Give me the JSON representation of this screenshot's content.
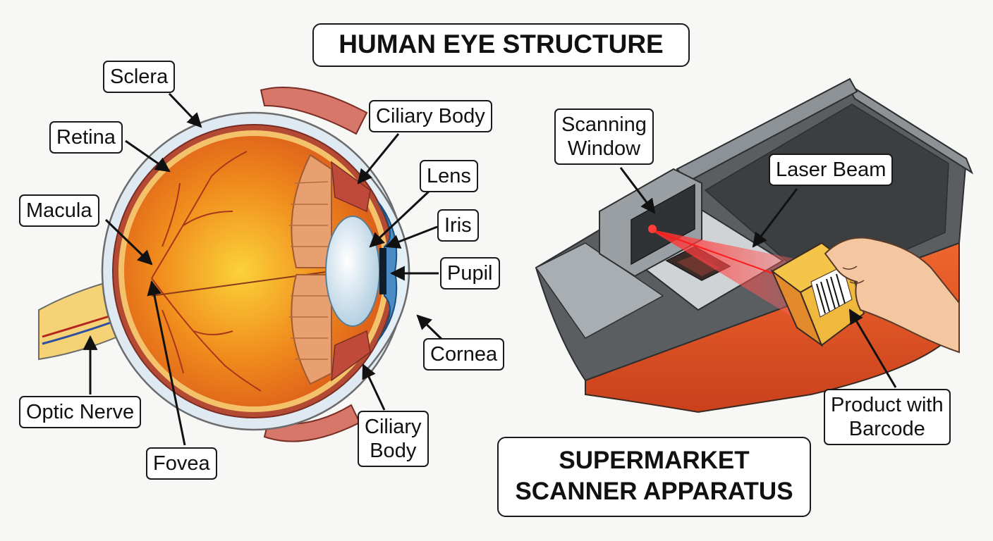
{
  "eye": {
    "title": "HUMAN EYE STRUCTURE",
    "labels": {
      "sclera": "Sclera",
      "retina": "Retina",
      "macula": "Macula",
      "optic_nerve": "Optic Nerve",
      "fovea": "Fovea",
      "ciliary_body_top": "Ciliary Body",
      "lens": "Lens",
      "iris": "Iris",
      "pupil": "Pupil",
      "cornea": "Cornea",
      "ciliary_body_bottom_line1": "Ciliary",
      "ciliary_body_bottom_line2": "Body"
    }
  },
  "scanner": {
    "title_line1": "SUPERMARKET",
    "title_line2": "SCANNER APPARATUS",
    "labels": {
      "scanning_window_line1": "Scanning",
      "scanning_window_line2": "Window",
      "laser_beam": "Laser Beam",
      "product_line1": "Product with",
      "product_line2": "Barcode"
    }
  },
  "colors": {
    "eyeball_orange": "#f08a1c",
    "eyeball_highlight": "#fbd23a",
    "sclera_blue": "#dfe9f2",
    "choroid_red": "#b44a33",
    "iris_blue": "#4a8cc6",
    "counter_orange": "#e0542a",
    "scanner_grey": "#9a9fa3",
    "laser_red": "#ff2a2a"
  }
}
